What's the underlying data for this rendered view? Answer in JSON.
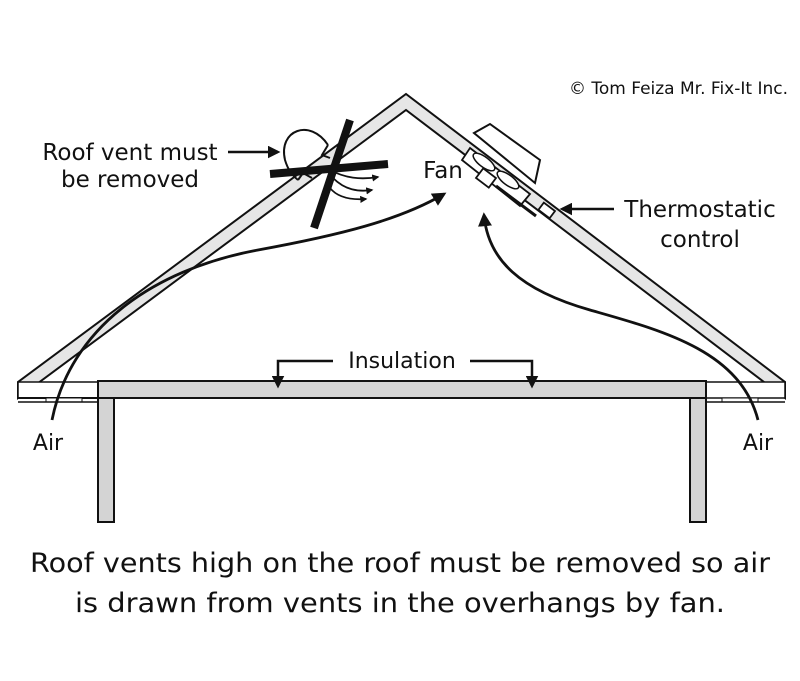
{
  "copyright": "© Tom Feiza Mr. Fix-It Inc.",
  "labels": {
    "roof_vent_line1": "Roof vent must",
    "roof_vent_line2": "be removed",
    "fan": "Fan",
    "thermostat_line1": "Thermostatic",
    "thermostat_line2": "control",
    "insulation": "Insulation",
    "air_left": "Air",
    "air_right": "Air"
  },
  "caption": {
    "line1": "Roof vents high on the roof must be removed so air",
    "line2": "is drawn from vents in the overhangs by fan."
  },
  "colors": {
    "line": "#111111",
    "fill_gray": "#d9d9d9",
    "fill_light": "#e6e6e6",
    "background": "#ffffff"
  }
}
